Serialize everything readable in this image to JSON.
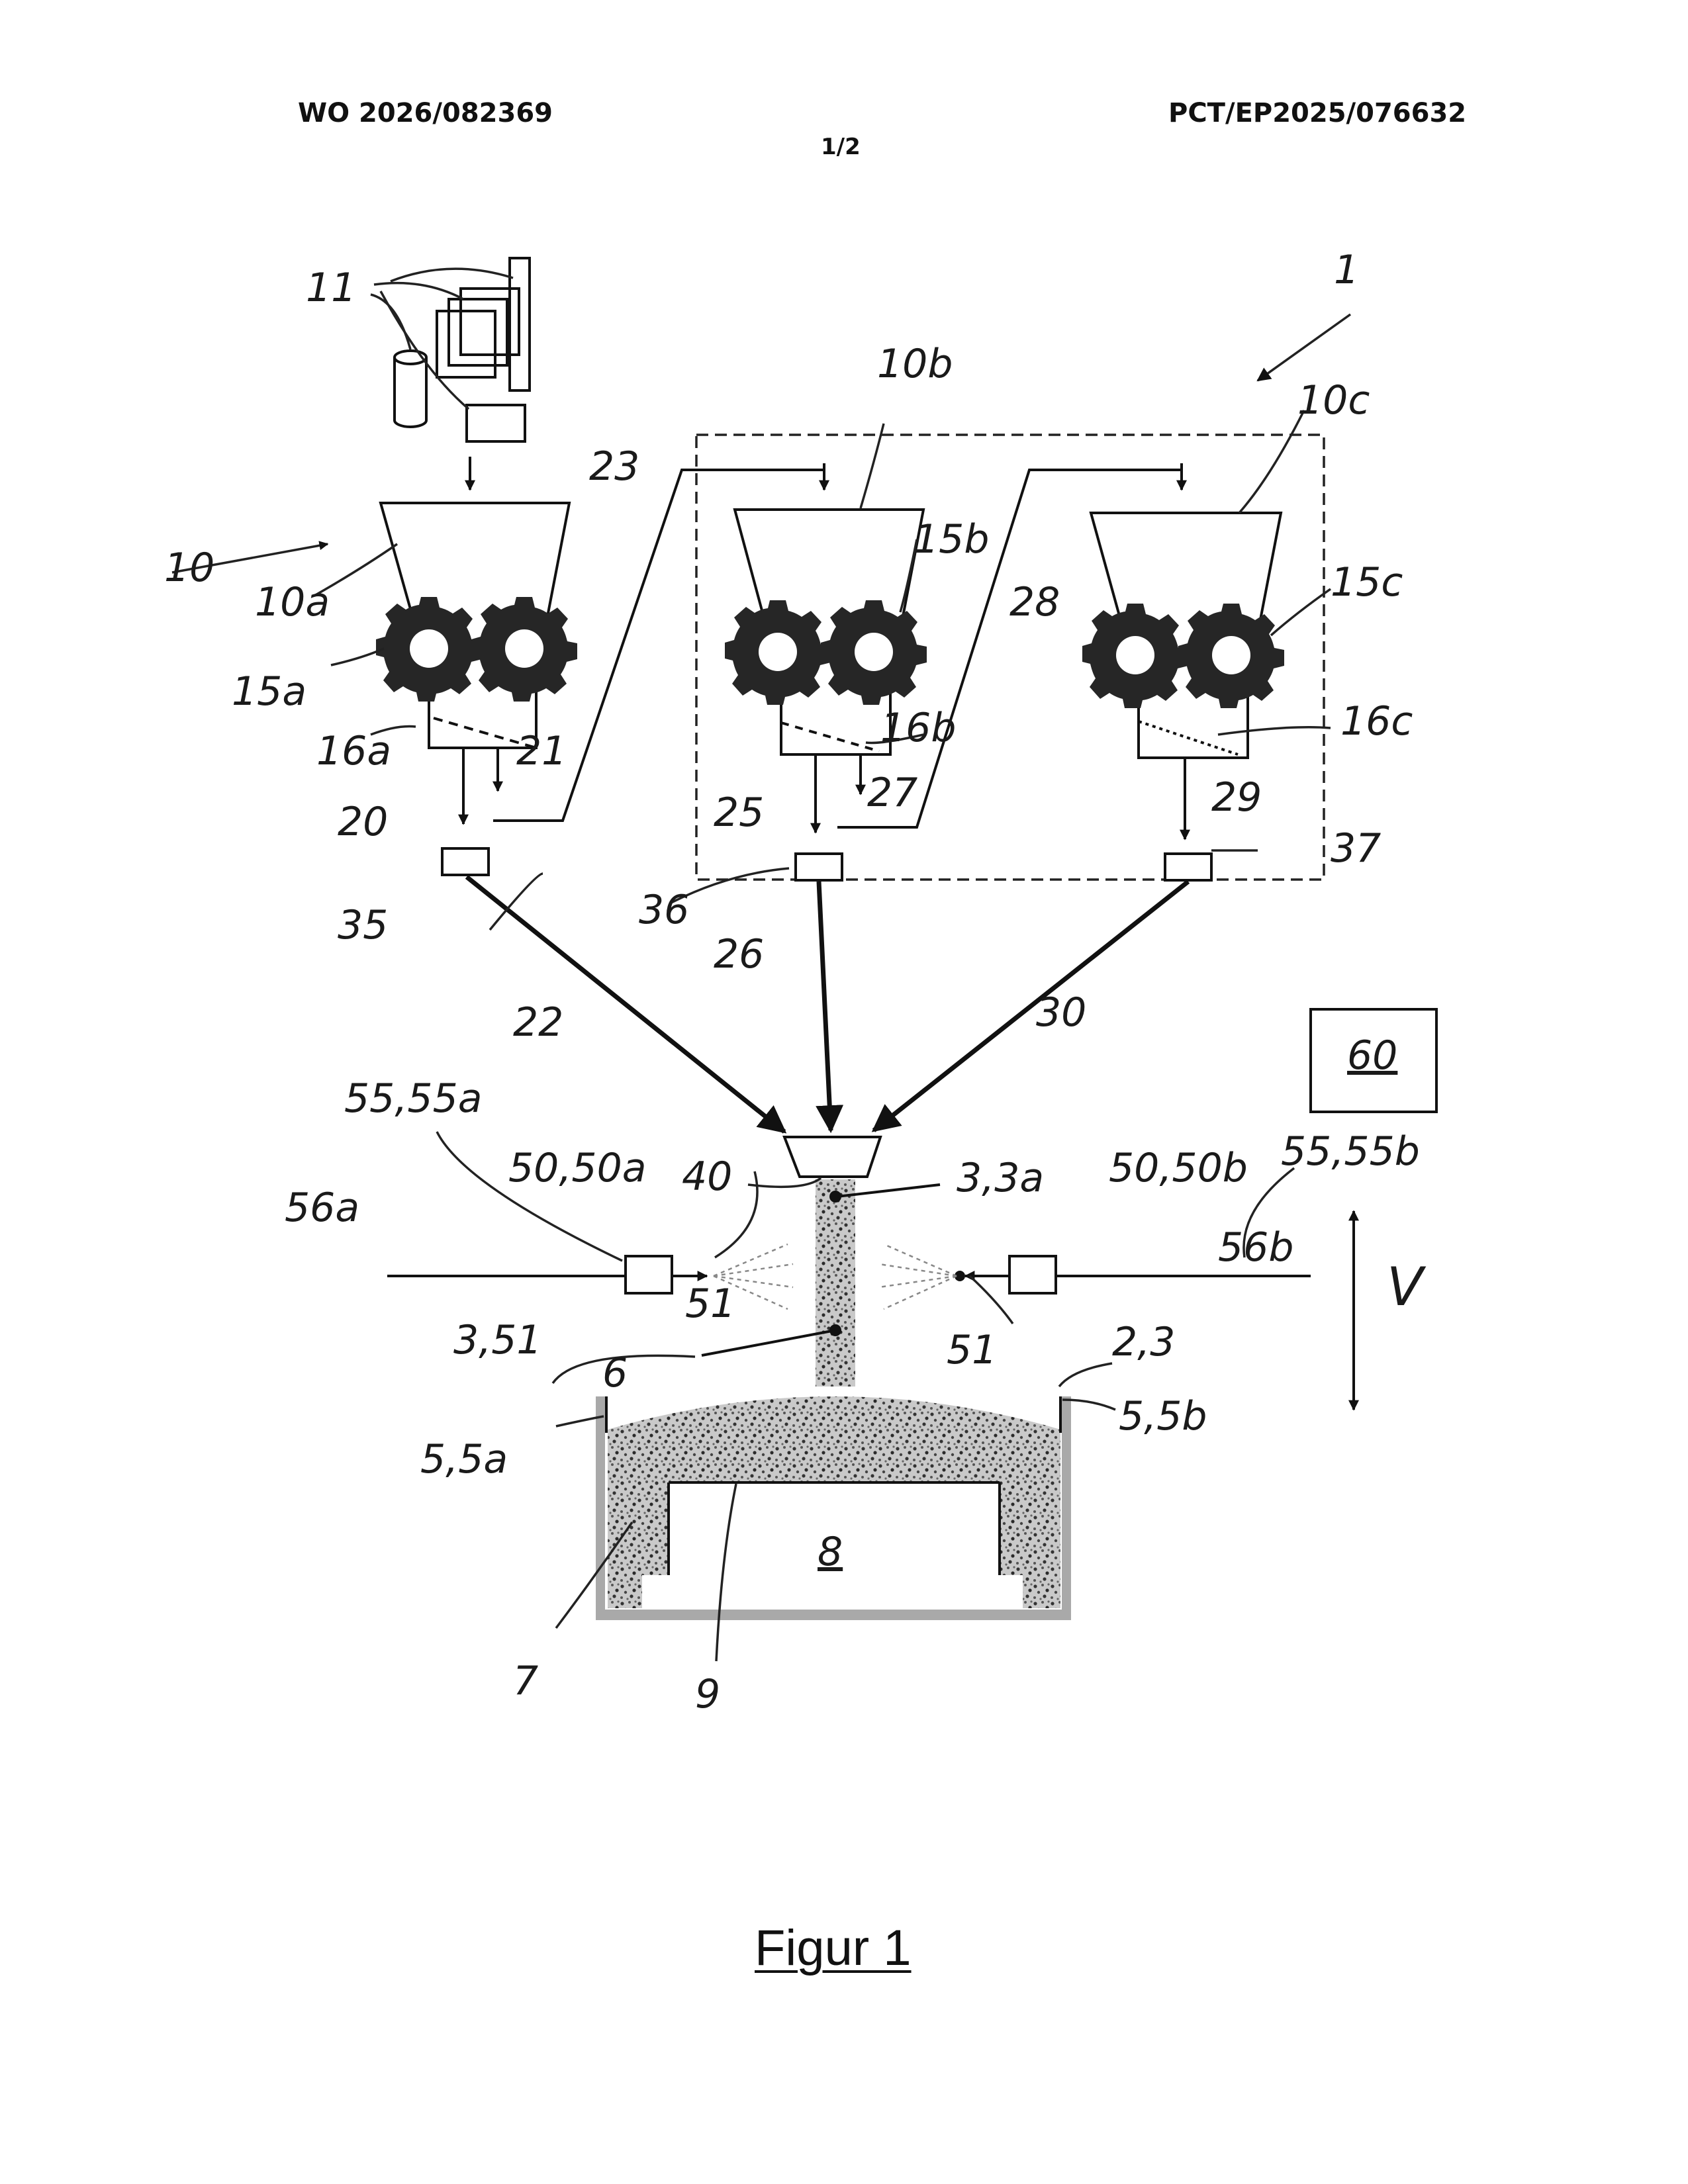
{
  "header": {
    "publication_number": "WO 2026/082369",
    "application_number": "PCT/EP2025/076632",
    "sheet": "1/2"
  },
  "figure": {
    "caption": "Figur 1",
    "labels": {
      "l1": "1",
      "l10": "10",
      "l10a": "10a",
      "l10b": "10b",
      "l10c": "10c",
      "l11": "11",
      "l15a": "15a",
      "l15b": "15b",
      "l15c": "15c",
      "l16a": "16a",
      "l16b": "16b",
      "l16c": "16c",
      "l20": "20",
      "l21": "21",
      "l22": "22",
      "l23": "23",
      "l25": "25",
      "l26": "26",
      "l27": "27",
      "l28": "28",
      "l29": "29",
      "l30": "30",
      "l35": "35",
      "l36": "36",
      "l37": "37",
      "l40": "40",
      "l60": "60",
      "l55_55a": "55,55a",
      "l50_50a": "50,50a",
      "l3_3a": "3,3a",
      "l50_50b": "50,50b",
      "l55_55b": "55,55b",
      "l56a": "56a",
      "l56b": "56b",
      "lV": "V",
      "l51_left": "51",
      "l51_right": "51",
      "l3_51": "3,51",
      "l6": "6",
      "l2_3": "2,3",
      "l5_5a": "5,5a",
      "l5_5b": "5,5b",
      "l8": "8",
      "l7": "7",
      "l9": "9"
    }
  }
}
